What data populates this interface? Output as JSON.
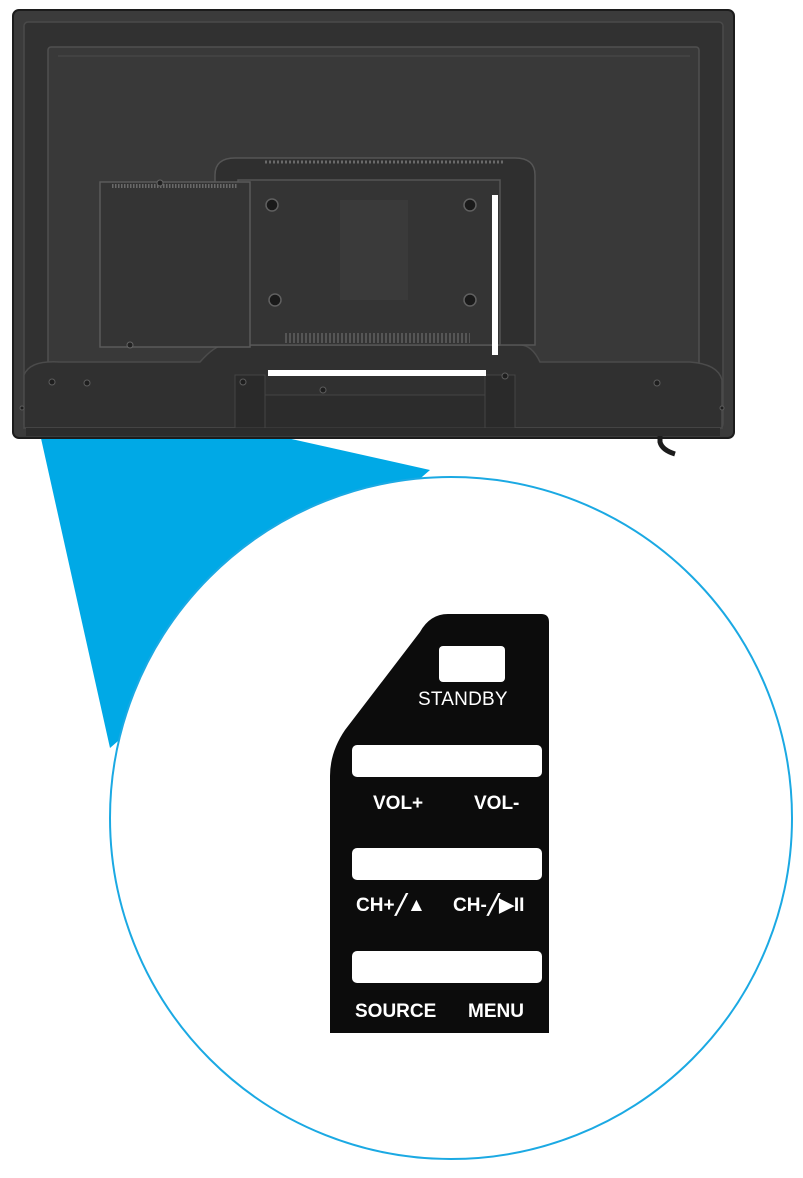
{
  "colors": {
    "tv_body": "#3a3a3a",
    "tv_frame": "#2b2b2b",
    "tv_edge": "#555555",
    "callout_blue": "#00a9e6",
    "panel": "#0c0c0c",
    "button": "#ffffff"
  },
  "panel": {
    "standby_label": "STANDBY",
    "vol_plus_label": "VOL+",
    "vol_minus_label": "VOL-",
    "ch_plus_label": "CH+",
    "ch_plus_symbol": "╱▲",
    "ch_minus_label": "CH-",
    "ch_minus_symbol": "╱▶II",
    "source_label": "SOURCE",
    "menu_label": "MENU"
  },
  "icons": [
    "eject-icon",
    "play-pause-icon"
  ]
}
